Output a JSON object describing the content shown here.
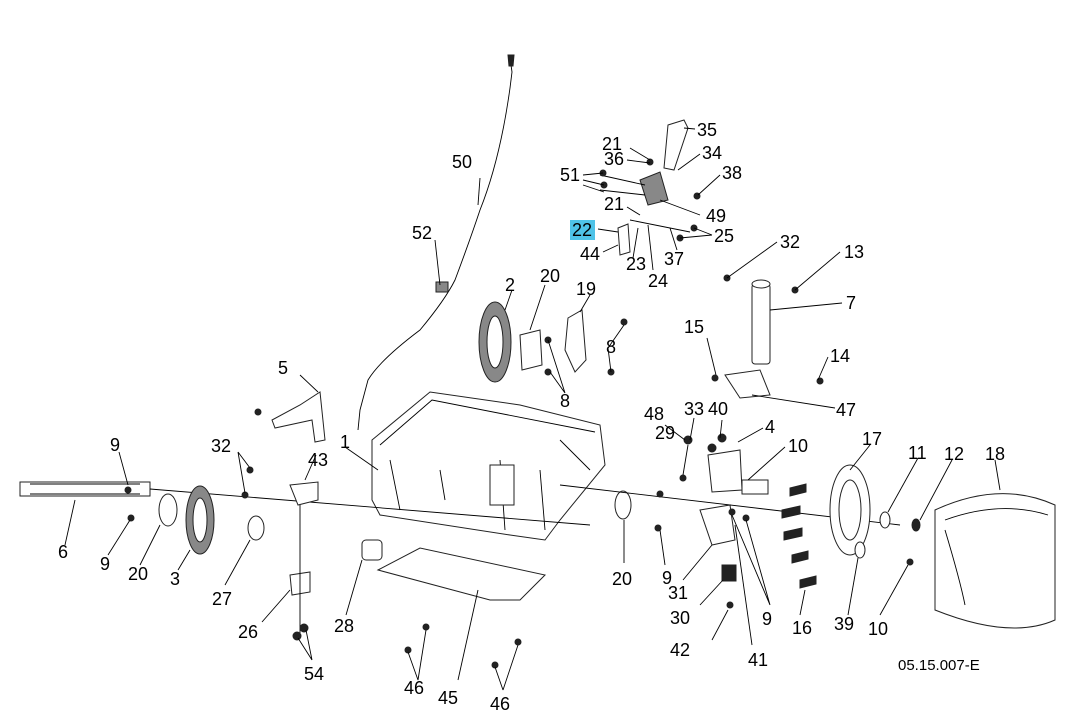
{
  "diagram": {
    "drawing_code": "05.15.007-E",
    "highlighted_label": "22",
    "highlight_color": "#4fc3e8",
    "labels": [
      "35",
      "21",
      "34",
      "36",
      "38",
      "51",
      "49",
      "21",
      "22",
      "25",
      "23",
      "37",
      "44",
      "24",
      "32",
      "13",
      "50",
      "52",
      "2",
      "20",
      "19",
      "7",
      "15",
      "8",
      "14",
      "5",
      "8",
      "33",
      "40",
      "48",
      "47",
      "4",
      "10",
      "9",
      "32",
      "1",
      "17",
      "29",
      "43",
      "11",
      "12",
      "18",
      "6",
      "9",
      "20",
      "3",
      "27",
      "28",
      "20",
      "9",
      "31",
      "30",
      "9",
      "16",
      "39",
      "10",
      "26",
      "54",
      "42",
      "41",
      "46",
      "45",
      "46"
    ]
  }
}
